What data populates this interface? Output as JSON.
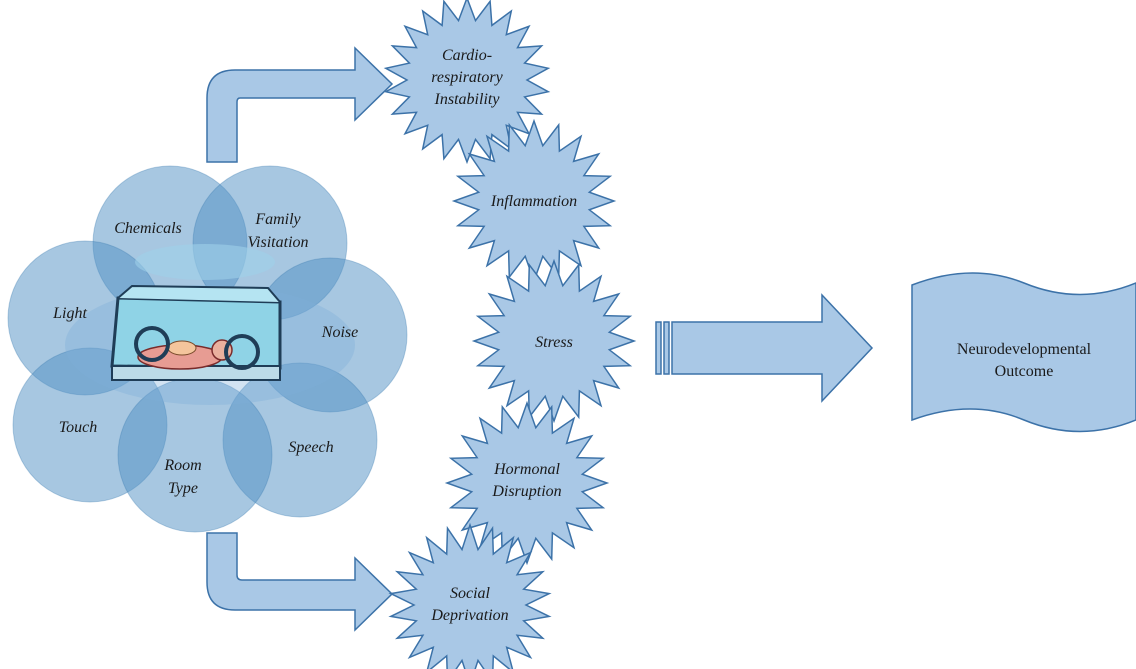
{
  "factors": {
    "chemicals": "Chemicals",
    "family_line1": "Family",
    "family_line2": "Visitation",
    "light": "Light",
    "noise": "Noise",
    "touch": "Touch",
    "speech": "Speech",
    "room_line1": "Room",
    "room_line2": "Type"
  },
  "effects": {
    "cardio_line1": "Cardio-",
    "cardio_line2": "respiratory",
    "cardio_line3": "Instability",
    "inflammation": "Inflammation",
    "stress": "Stress",
    "hormonal_line1": "Hormonal",
    "hormonal_line2": "Disruption",
    "social_line1": "Social",
    "social_line2": "Deprivation"
  },
  "outcome": {
    "line1": "Neurodevelopmental",
    "line2": "Outcome"
  },
  "colors": {
    "circle_fill": "#4f8fc3",
    "shape_fill": "#a9c8e6",
    "shape_stroke": "#3c72a8"
  }
}
